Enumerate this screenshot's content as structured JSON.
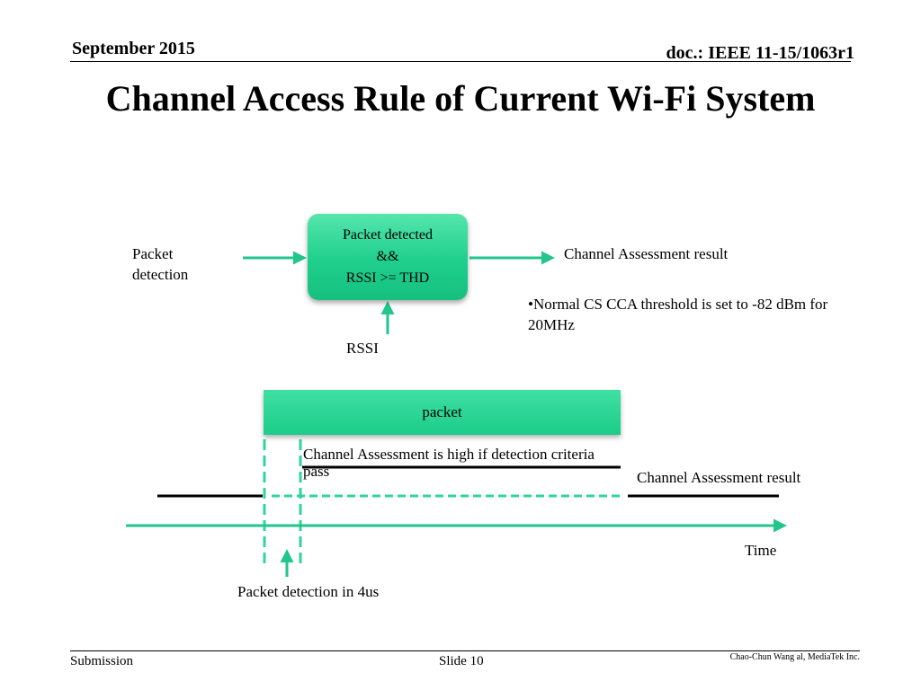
{
  "header": {
    "date": "September 2015",
    "doc_id": "doc.: IEEE 11-15/1063r1"
  },
  "title": "Channel Access Rule of Current Wi-Fi System",
  "block_diagram": {
    "input_label_line1": "Packet",
    "input_label_line2": "detection",
    "box_line1": "Packet detected",
    "box_line2": "&&",
    "box_line3": "RSSI >= THD",
    "rssi_label": "RSSI",
    "output_label": "Channel Assessment result",
    "note_line1": "•Normal CS CCA threshold is set to -82 dBm for",
    "note_line2": "20MHz"
  },
  "timing_diagram": {
    "packet_label": "packet",
    "high_note_line1": "Channel Assessment is high if detection criteria",
    "high_note_line2": "pass",
    "result_label": "Channel Assessment result",
    "time_label": "Time",
    "detection_label": "Packet detection in 4us"
  },
  "footer": {
    "left": "Submission",
    "center": "Slide 10",
    "right": "Chao-Chun Wang al, MediaTek Inc."
  },
  "colors": {
    "accent": "#1ecf8c",
    "arrow": "#22c58a",
    "dash": "#2fd59a",
    "text": "#000000"
  }
}
